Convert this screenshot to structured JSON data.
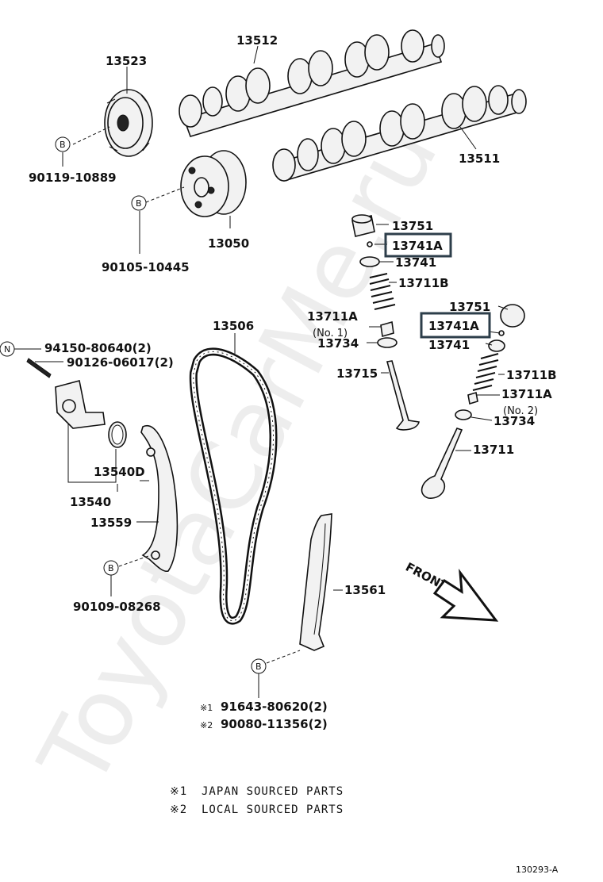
{
  "watermark": "ToyotaCarMe.ru",
  "figure_code": "130293-A",
  "labels": {
    "p13512": "13512",
    "p13523": "13523",
    "p13511": "13511",
    "p90119": "90119-10889",
    "p13050": "13050",
    "p90105": "90105-10445",
    "p13751a": "13751",
    "p13741Aa": "13741A",
    "p13741a": "13741",
    "p13711Ba": "13711B",
    "p13711Aa": "13711A",
    "no1": "(No. 1)",
    "p13734a": "13734",
    "p13715": "13715",
    "p13751b": "13751",
    "p13741Ab": "13741A",
    "p13741b": "13741",
    "p13711Bb": "13711B",
    "p13711Ab": "13711A",
    "no2": "(No. 2)",
    "p13734b": "13734",
    "p13711": "13711",
    "p13506": "13506",
    "p94150": "94150-80640(2)",
    "p90126": "90126-06017(2)",
    "p13540D": "13540D",
    "p13540": "13540",
    "p13559": "13559",
    "p90109": "90109-08268",
    "p13561": "13561",
    "front": "FRONT",
    "p91643": "91643-80620(2)",
    "p90080": "90080-11356(2)",
    "mark1": "※1",
    "mark2": "※2"
  },
  "circle_markers": {
    "b": "B",
    "n": "N"
  },
  "notes": [
    {
      "mark": "※1",
      "text": "JAPAN SOURCED PARTS"
    },
    {
      "mark": "※2",
      "text": "LOCAL SOURCED PARTS"
    }
  ],
  "highlighted_part": "13741A"
}
